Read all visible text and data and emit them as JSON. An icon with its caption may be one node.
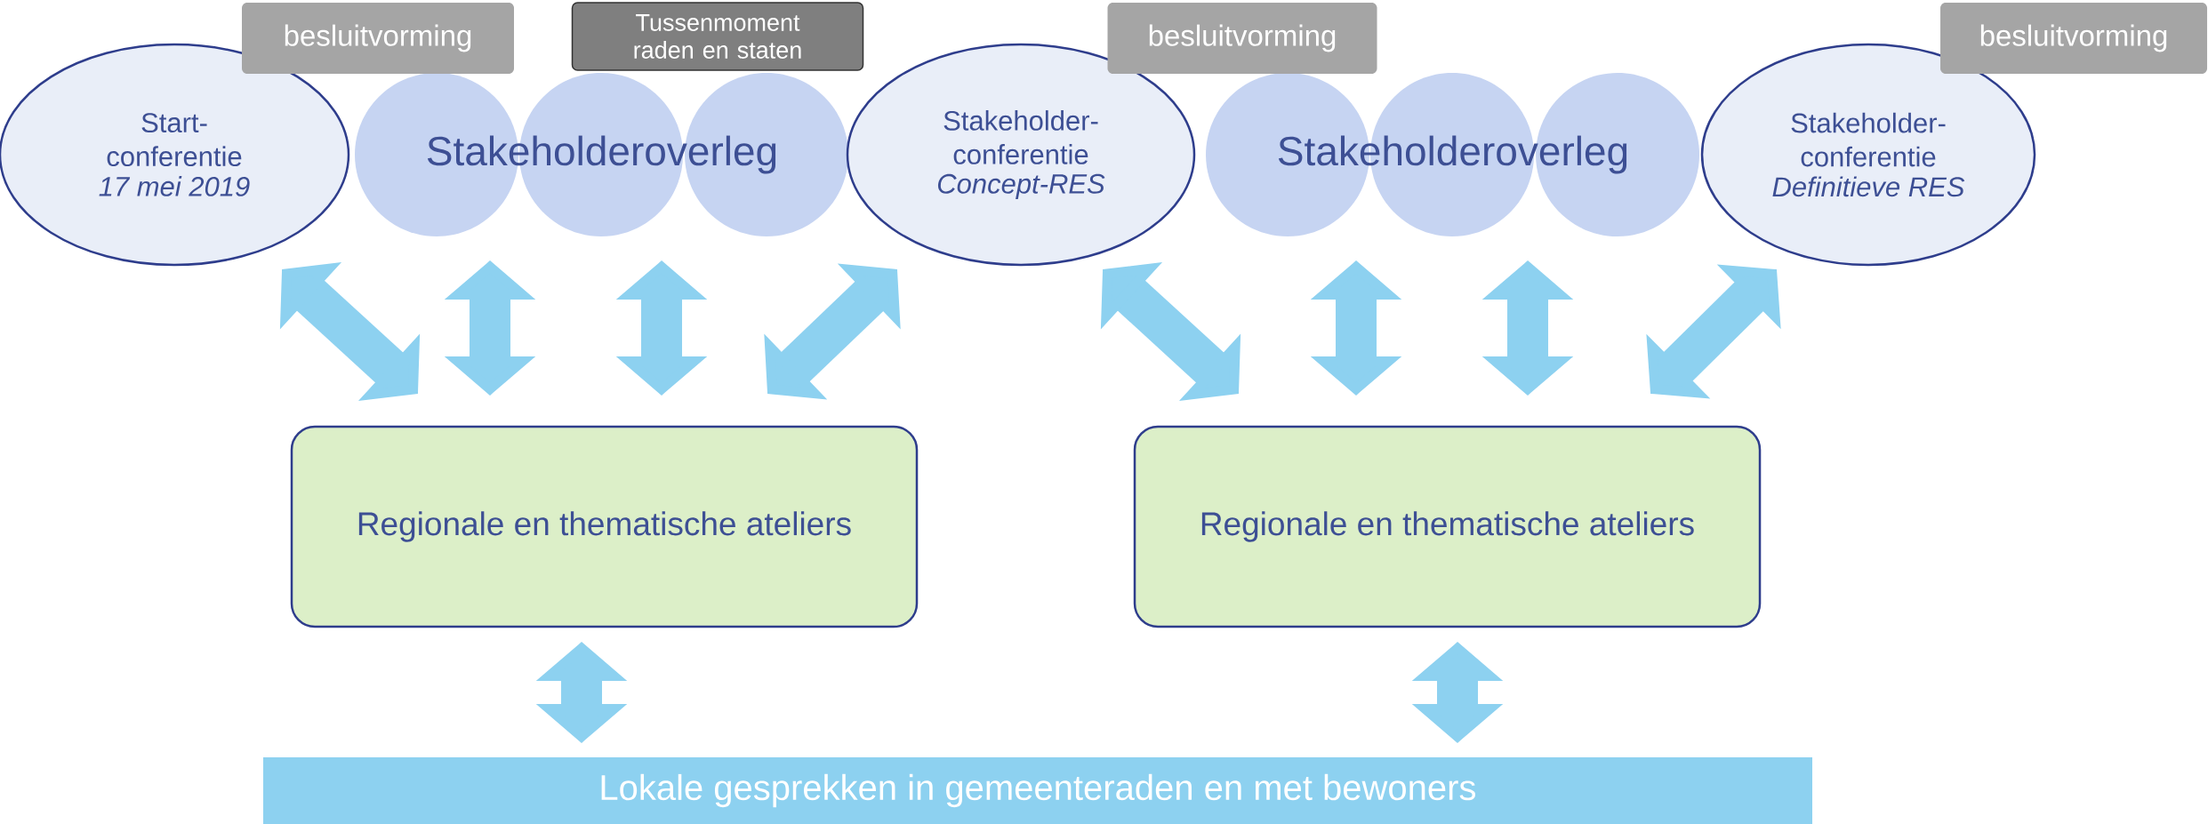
{
  "diagram": {
    "nodes": [
      {
        "text": [
          "Start- conferentie",
          "17 mei 2019"
        ]
      },
      {
        "text": [
          "besluitvorming"
        ]
      },
      {
        "text": [
          "Tussenmoment raden en staten"
        ]
      },
      {
        "text": [
          "Stakeholderoverleg"
        ]
      },
      {
        "text": [
          "Stakeholder- conferentie",
          "Concept-RES"
        ]
      },
      {
        "text": [
          "besluitvorming"
        ]
      },
      {
        "text": [
          "Stakeholderoverleg"
        ]
      },
      {
        "text": [
          "Stakeholder- conferentie",
          "Definitieve RES"
        ]
      },
      {
        "text": [
          "besluitvorming"
        ]
      },
      {
        "text": [
          "Regionale en thematische ateliers"
        ]
      },
      {
        "text": [
          "Regionale en thematische ateliers"
        ]
      },
      {
        "text": [
          "Lokale gesprekken in gemeenteraden en met bewoners"
        ]
      }
    ],
    "edges": [
      {
        "from": 0,
        "to": 9,
        "arrow": "both"
      },
      {
        "from": 3,
        "to": 9,
        "arrow": "both"
      },
      {
        "from": 3,
        "to": 9,
        "arrow": "both"
      },
      {
        "from": 4,
        "to": 9,
        "arrow": "both"
      },
      {
        "from": 4,
        "to": 10,
        "arrow": "both"
      },
      {
        "from": 6,
        "to": 10,
        "arrow": "both"
      },
      {
        "from": 6,
        "to": 10,
        "arrow": "both"
      },
      {
        "from": 7,
        "to": 10,
        "arrow": "both"
      },
      {
        "from": 9,
        "to": 11,
        "arrow": "both"
      },
      {
        "from": 10,
        "to": 11,
        "arrow": "both"
      }
    ]
  }
}
